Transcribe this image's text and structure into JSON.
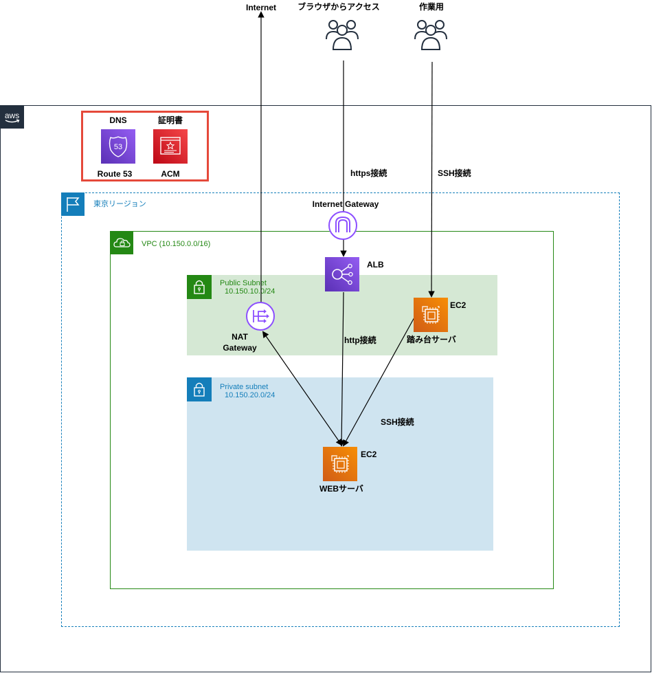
{
  "top": {
    "internet_label": "Internet",
    "browser_label": "ブラウザからアクセス",
    "operator_label": "作業用"
  },
  "global_services": {
    "dns_label": "DNS",
    "cert_label": "証明書",
    "route53_label": "Route 53",
    "acm_label": "ACM",
    "border_color": "#e5493a"
  },
  "connections": {
    "https_label": "https接続",
    "ssh_label_top": "SSH接続",
    "http_label": "http接続",
    "ssh_label_inner": "SSH接続"
  },
  "region": {
    "label": "東京リージョン",
    "color": "#147eba"
  },
  "igw": {
    "label": "Internet Gateway"
  },
  "vpc": {
    "label": "VPC (10.150.0.0/16)",
    "color": "#248814"
  },
  "public_subnet": {
    "title": "Public Subnet",
    "cidr": "10.150.10.0/24",
    "fill": "#d5e8d4"
  },
  "private_subnet": {
    "title": "Private subnet",
    "cidr": "10.150.20.0/24",
    "fill": "#cfe4f0"
  },
  "alb": {
    "label": "ALB"
  },
  "nat": {
    "label_line1": "NAT",
    "label_line2": "Gateway"
  },
  "bastion": {
    "type_label": "EC2",
    "name_label": "踏み台サーバ"
  },
  "web": {
    "type_label": "EC2",
    "name_label": "WEBサーバ"
  },
  "icons": [
    "users-icon",
    "route53-icon",
    "acm-icon",
    "region-flag-icon",
    "vpc-cloud-icon",
    "lock-icon",
    "internet-gateway-icon",
    "alb-icon",
    "nat-gateway-icon",
    "ec2-icon",
    "aws-logo-icon"
  ]
}
